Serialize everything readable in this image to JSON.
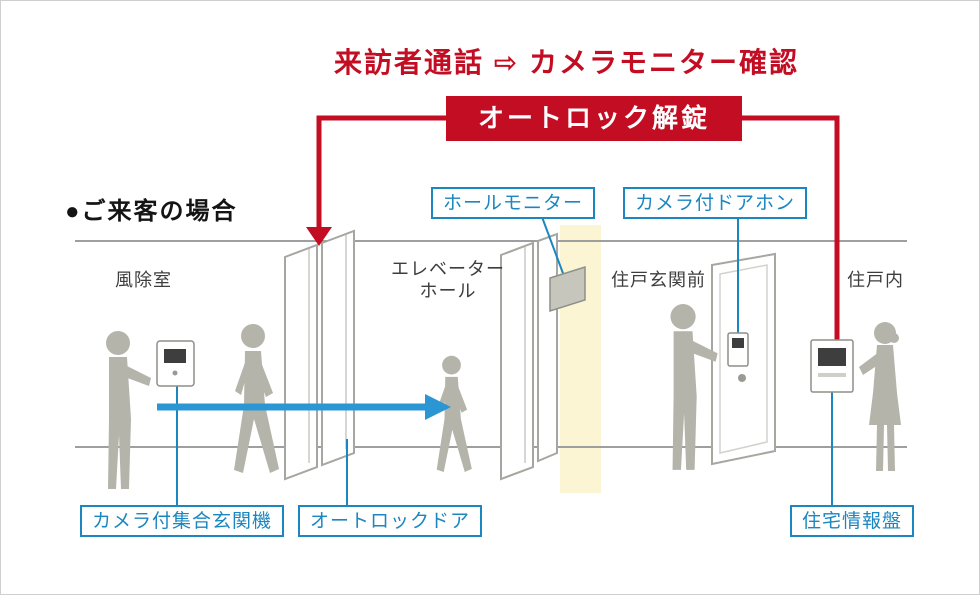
{
  "flow_title": "来訪者通話 ⇨ カメラモニター確認",
  "banner": "オートロック解錠",
  "scene_title": "●ご来客の場合",
  "areas": {
    "windbreak": "風除室",
    "elevator_hall_line1": "エレベーター",
    "elevator_hall_line2": "ホール",
    "unit_entrance_front": "住戸玄関前",
    "unit_interior": "住戸内"
  },
  "equipment": {
    "hall_monitor": "ホールモニター",
    "camera_doorphone": "カメラ付ドアホン",
    "camera_entrance_station": "カメラ付集合玄関機",
    "autolock_door": "オートロックドア",
    "home_info_panel": "住宅情報盤"
  },
  "colors": {
    "red": "#c30d23",
    "label_blue": "#1b86c0",
    "arrow_blue": "#2a97d4",
    "person_gray": "#b4b4ab",
    "private_band_yellow": "#fcf5d4"
  }
}
